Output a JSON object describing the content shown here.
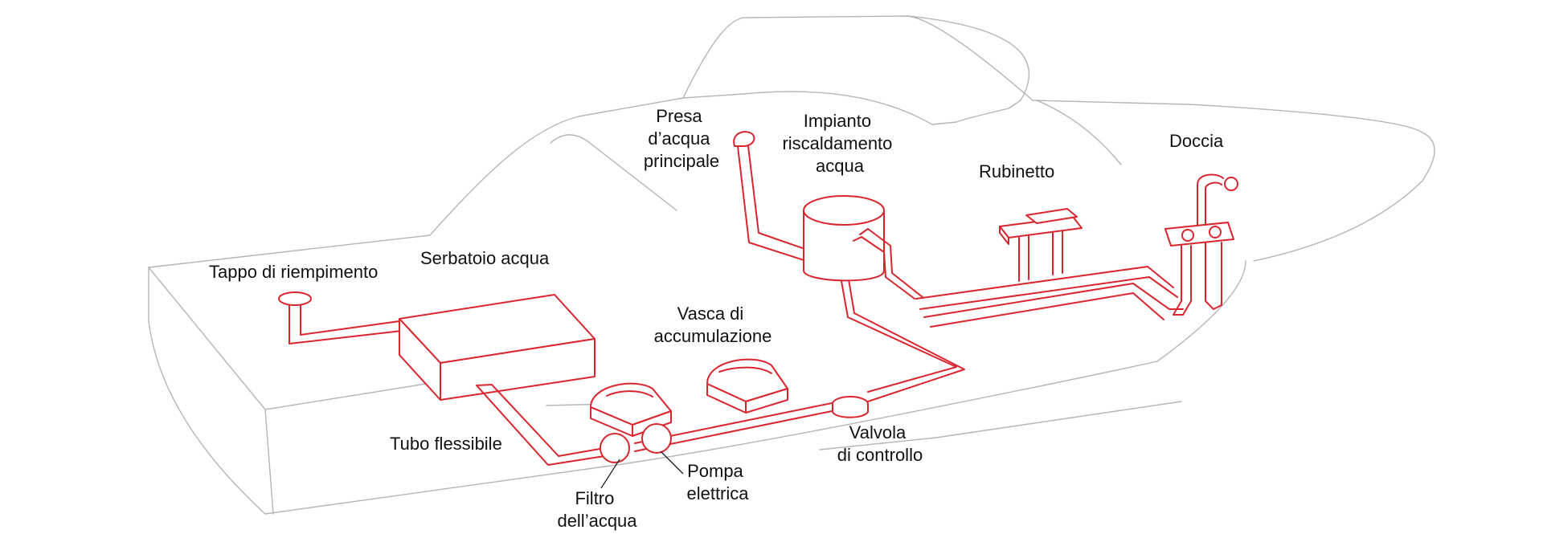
{
  "diagram": {
    "labels": {
      "fill_cap": [
        "Tappo di riempimento"
      ],
      "water_tank": [
        "Serbatoio acqua"
      ],
      "main_inlet": [
        "Presa",
        "d’acqua",
        "principale"
      ],
      "heater": [
        "Impianto",
        "riscaldamento",
        "acqua"
      ],
      "faucet": [
        "Rubinetto"
      ],
      "shower": [
        "Doccia"
      ],
      "accumulator": [
        "Vasca di",
        "accumulazione"
      ],
      "hose": [
        "Tubo flessibile"
      ],
      "check_valve": [
        "Valvola",
        "di controllo"
      ],
      "pump": [
        "Pompa",
        "elettrica"
      ],
      "filter": [
        "Filtro",
        "dell’acqua"
      ]
    },
    "colors": {
      "system_line": "#d9262e",
      "hull_line": "#b5b5b5",
      "text": "#111111"
    }
  }
}
